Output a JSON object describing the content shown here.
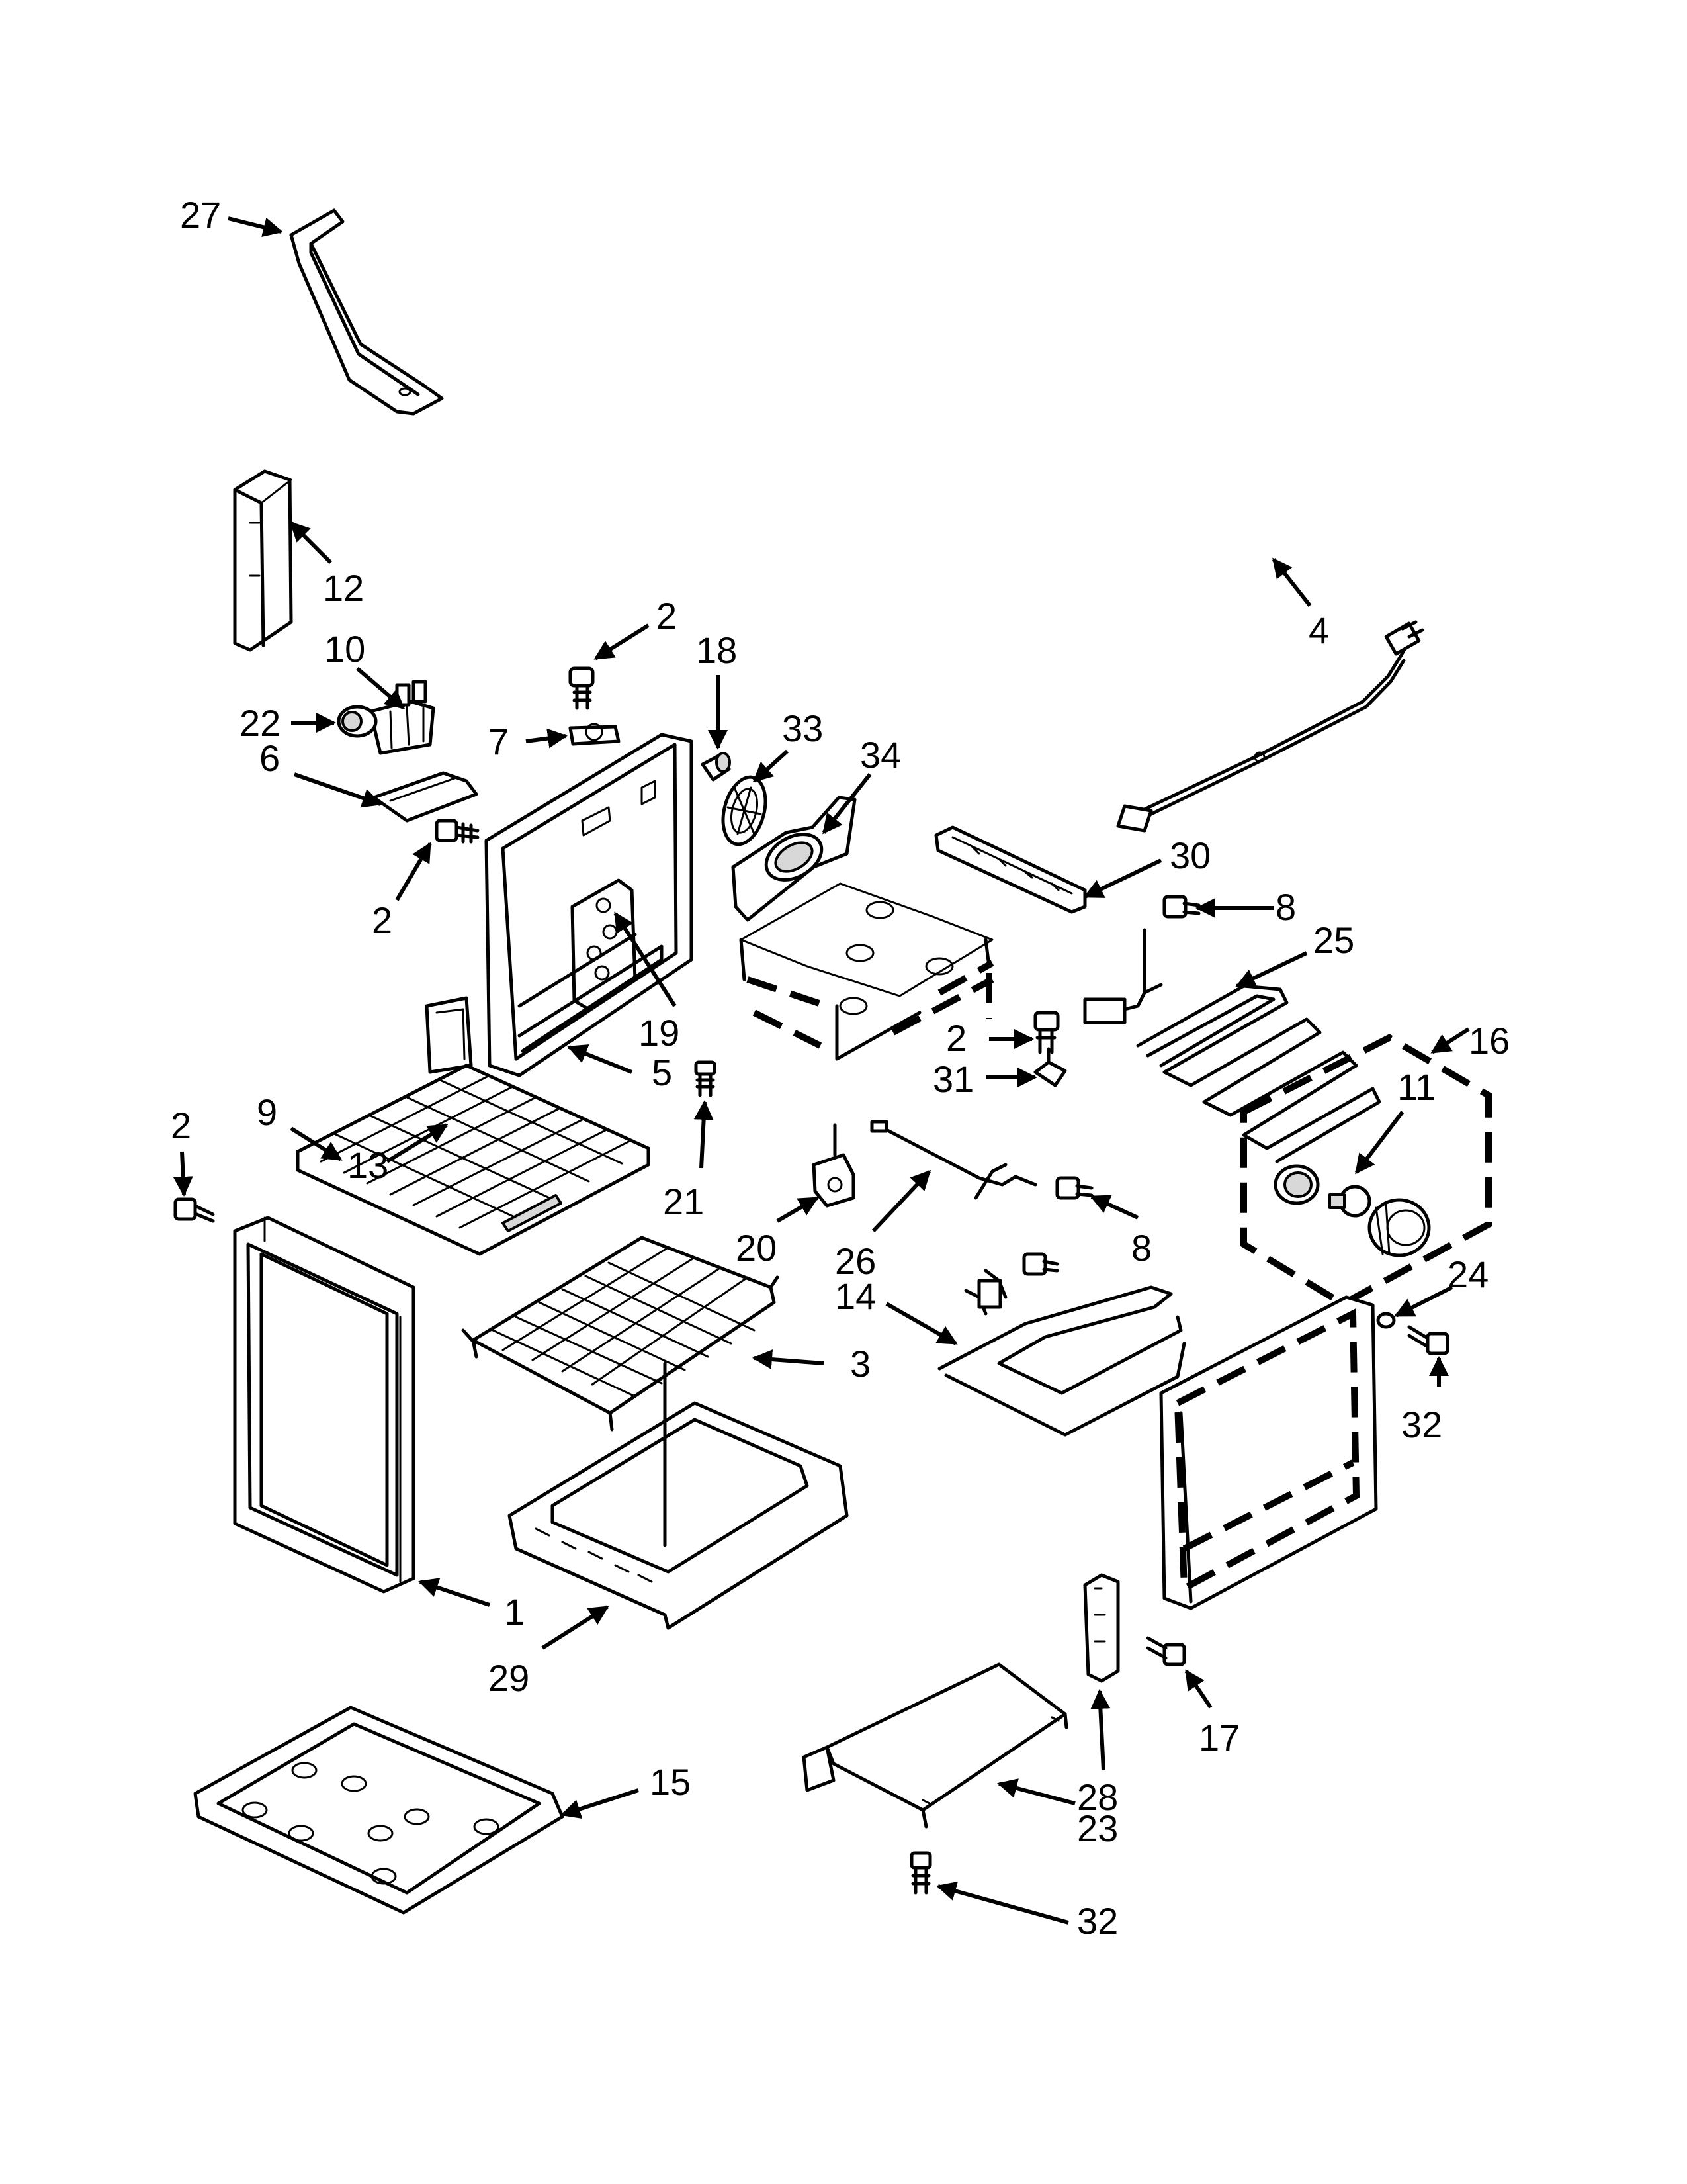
{
  "callouts": [
    {
      "id": "c27",
      "text": "27"
    },
    {
      "id": "c12",
      "text": "12"
    },
    {
      "id": "c4",
      "text": "4"
    },
    {
      "id": "c2a",
      "text": "2"
    },
    {
      "id": "c18",
      "text": "18"
    },
    {
      "id": "c10",
      "text": "10"
    },
    {
      "id": "c22",
      "text": "22"
    },
    {
      "id": "c6",
      "text": "6"
    },
    {
      "id": "c7",
      "text": "7"
    },
    {
      "id": "c33",
      "text": "33"
    },
    {
      "id": "c34",
      "text": "34"
    },
    {
      "id": "c2b",
      "text": "2"
    },
    {
      "id": "c30",
      "text": "30"
    },
    {
      "id": "c8a",
      "text": "8"
    },
    {
      "id": "c25",
      "text": "25"
    },
    {
      "id": "c19",
      "text": "19"
    },
    {
      "id": "c13",
      "text": "13"
    },
    {
      "id": "c5",
      "text": "5"
    },
    {
      "id": "c2c",
      "text": "2"
    },
    {
      "id": "c16",
      "text": "16"
    },
    {
      "id": "c11",
      "text": "11"
    },
    {
      "id": "c31",
      "text": "31"
    },
    {
      "id": "c2d",
      "text": "2"
    },
    {
      "id": "c9",
      "text": "9"
    },
    {
      "id": "c21",
      "text": "21"
    },
    {
      "id": "c20",
      "text": "20"
    },
    {
      "id": "c26",
      "text": "26"
    },
    {
      "id": "c8b",
      "text": "8"
    },
    {
      "id": "c24",
      "text": "24"
    },
    {
      "id": "c14",
      "text": "14"
    },
    {
      "id": "c3",
      "text": "3"
    },
    {
      "id": "c32a",
      "text": "32"
    },
    {
      "id": "c1",
      "text": "1"
    },
    {
      "id": "c29",
      "text": "29"
    },
    {
      "id": "c17",
      "text": "17"
    },
    {
      "id": "c28",
      "text": "28"
    },
    {
      "id": "c23",
      "text": "23"
    },
    {
      "id": "c15",
      "text": "15"
    },
    {
      "id": "c32b",
      "text": "32"
    }
  ]
}
